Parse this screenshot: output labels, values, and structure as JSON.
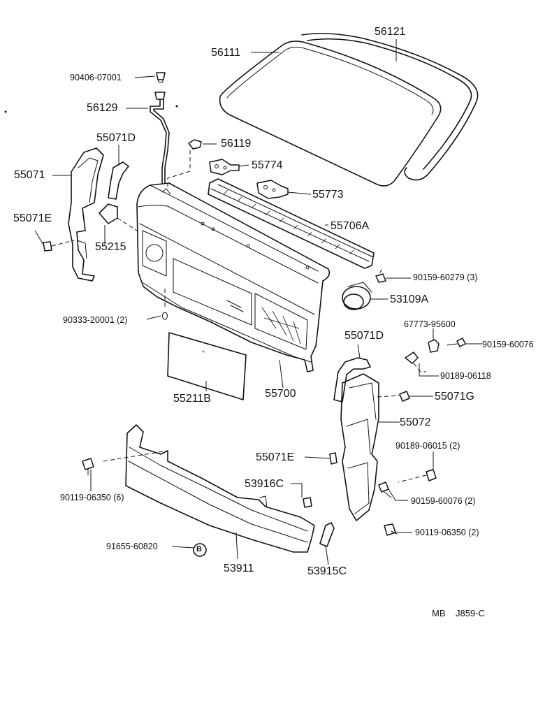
{
  "labels": {
    "p56121": "56121",
    "p56111": "56111",
    "p90406": "90406-07001",
    "p56129": "56129",
    "p55071D_top": "55071D",
    "p56119": "56119",
    "p55774": "55774",
    "p55071": "55071",
    "p55773": "55773",
    "p55071E_left": "55071E",
    "p55706A": "55706A",
    "p55215": "55215",
    "p90159_60279": "90159-60279 (3)",
    "p53109A": "53109A",
    "p90333": "90333-20001 (2)",
    "p67773": "67773-95600",
    "p55071D_right": "55071D",
    "p90159_60076_top": "90159-60076",
    "p90189_06118": "90189-06118",
    "p55211B": "55211B",
    "p55700": "55700",
    "p55071G": "55071G",
    "p55072": "55072",
    "p90189_06015": "90189-06015 (2)",
    "p55071E_mid": "55071E",
    "p53916C": "53916C",
    "p90119_left": "90119-06350 (6)",
    "p90159_60076_bottom": "90159-60076 (2)",
    "p90119_right": "90119-06350 (2)",
    "p91655": "91655-60820",
    "p53911": "53911",
    "p53915C": "53915C"
  },
  "callout_letter": "B",
  "footer": {
    "left": "MB",
    "right": "J859-C"
  }
}
